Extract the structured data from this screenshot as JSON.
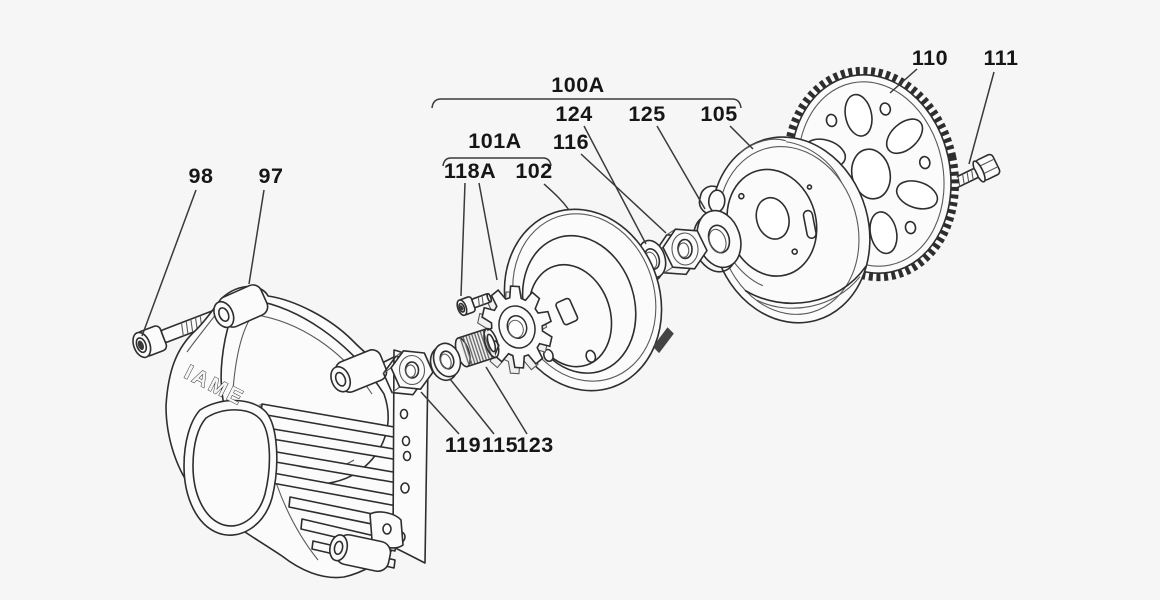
{
  "diagram": {
    "title": "exploded-clutch-assembly-diagram",
    "brand_embossed": "IAME",
    "colors": {
      "background": "#f6f6f6",
      "line": "#2e2e2e",
      "label_text": "#161616"
    },
    "labels": {
      "p98": "98",
      "p97": "97",
      "p100A": "100A",
      "p101A": "101A",
      "p118A": "118A",
      "p102": "102",
      "p124": "124",
      "p116": "116",
      "p125": "125",
      "p105": "105",
      "p110": "110",
      "p111": "111",
      "p119": "119",
      "p115": "115",
      "p123": "123"
    }
  }
}
